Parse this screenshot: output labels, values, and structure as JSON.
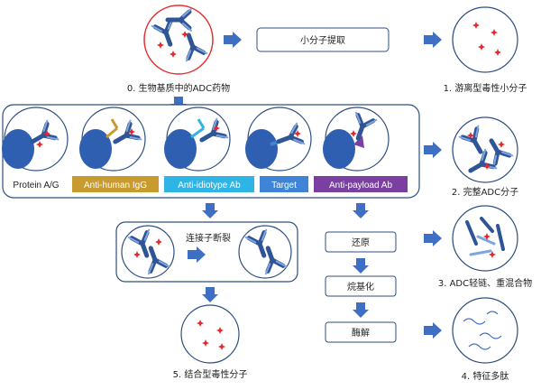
{
  "process": {
    "small_molecule_extraction": "小分子提取",
    "reduction": "还原",
    "alkylation": "烷基化",
    "enzymolysis": "酶解",
    "linker_cleavage": "连接子断裂"
  },
  "capture_reagents": [
    {
      "label": "Protein A/G",
      "color": "#ffffff"
    },
    {
      "label": "Anti-human IgG",
      "color": "#c99a2e"
    },
    {
      "label": "Anti-idiotype Ab",
      "color": "#2eb5e6"
    },
    {
      "label": "Target",
      "color": "#3f84d6"
    },
    {
      "label": "Anti-payload Ab",
      "color": "#7a3fa0"
    }
  ],
  "labels": {
    "source": "0. 生物基质中的ADC药物",
    "out1": "1. 游离型毒性小分子",
    "out2": "2. 完整ADC分子",
    "out3": "3. ADC轻链、重混合物",
    "out4": "4. 特征多肽",
    "out5": "5. 结合型毒性分子"
  },
  "colors": {
    "arrow": "#3f6fc2",
    "antibody": "#2f5597",
    "payload": "#e8262b",
    "outline": "#2f4f7f",
    "source_ring": "#e03030"
  }
}
